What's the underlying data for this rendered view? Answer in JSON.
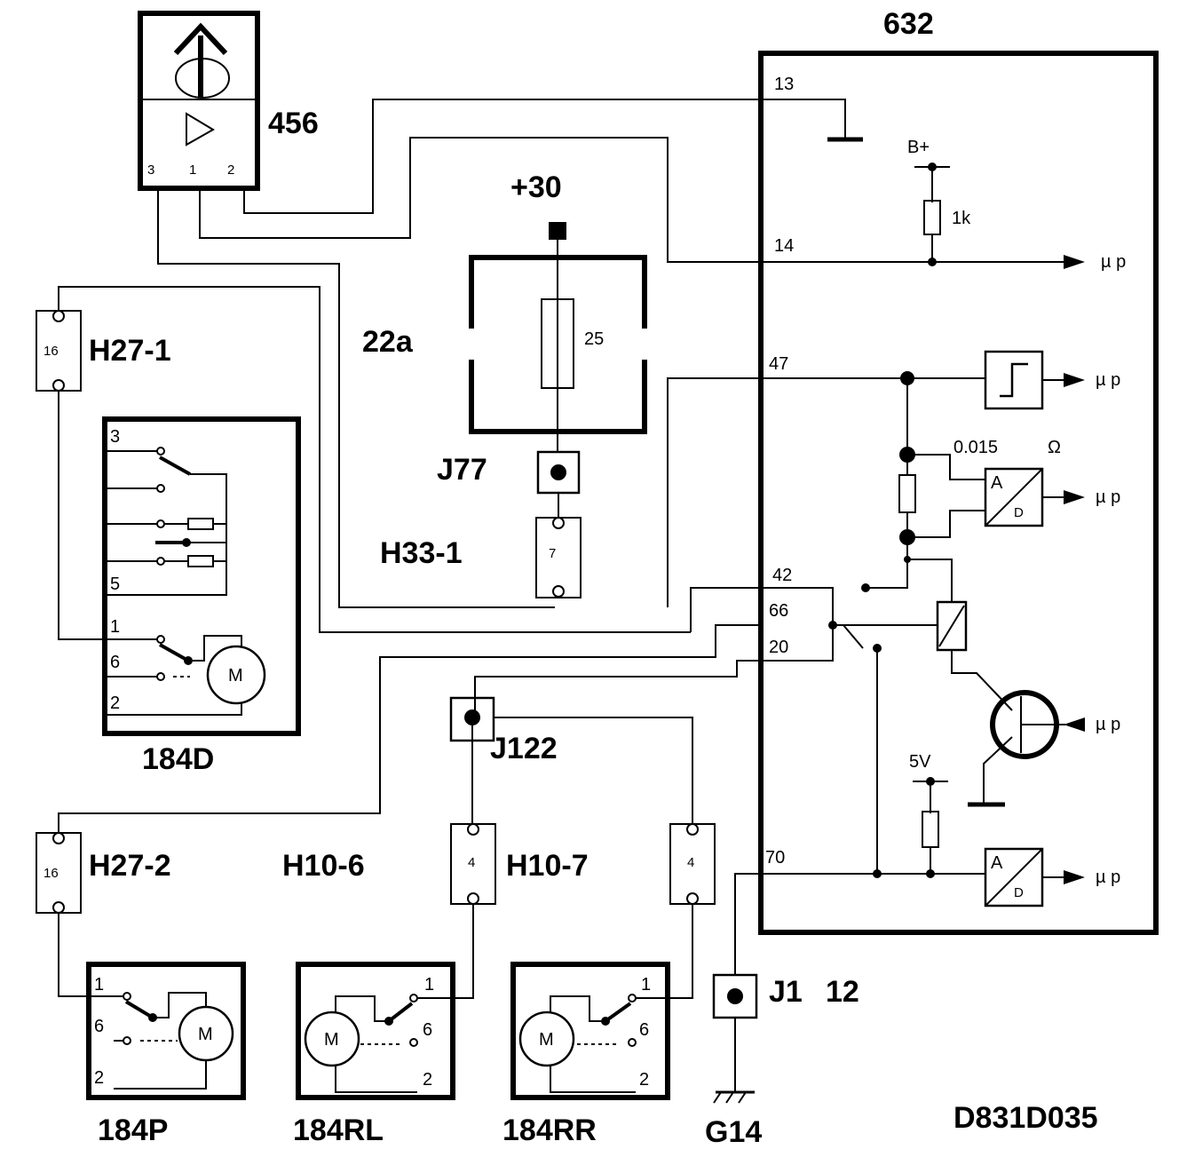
{
  "drawing_code": "D831D035",
  "components": {
    "sensor": "456",
    "sensor_pins": [
      "3",
      "1",
      "2"
    ],
    "ecu": "632",
    "fuse_box": "22a",
    "fuse_rating": "25",
    "supply": "+30",
    "junction_j77": "J77",
    "junction_j122": "J122",
    "junction_j1": "J1",
    "j1_pin": "12",
    "ground": "G14",
    "connector_h27_1": "H27-1",
    "connector_h27_2": "H27-2",
    "connector_h33_1": "H33-1",
    "connector_h10_6": "H10-6",
    "connector_h10_7": "H10-7",
    "h27_pin": "16",
    "h33_pin": "7",
    "h10_pin": "4",
    "motor_front": "184D",
    "motor_p": "184P",
    "motor_rl": "184RL",
    "motor_rr": "184RR",
    "motor_symbol": "M"
  },
  "ecu_pins": [
    "13",
    "14",
    "47",
    "42",
    "66",
    "20",
    "70"
  ],
  "ecu_internals": {
    "b_plus": "B+",
    "resistor_1k": "1k",
    "shunt": "0.015",
    "ohm": "Ω",
    "five_v": "5V",
    "mu_p": "µ p",
    "ad_a": "A",
    "ad_d": "D"
  },
  "switch_terminals_184d": [
    "3",
    "5",
    "1",
    "6",
    "2"
  ],
  "switch_terminals_small": [
    "1",
    "6",
    "2"
  ]
}
